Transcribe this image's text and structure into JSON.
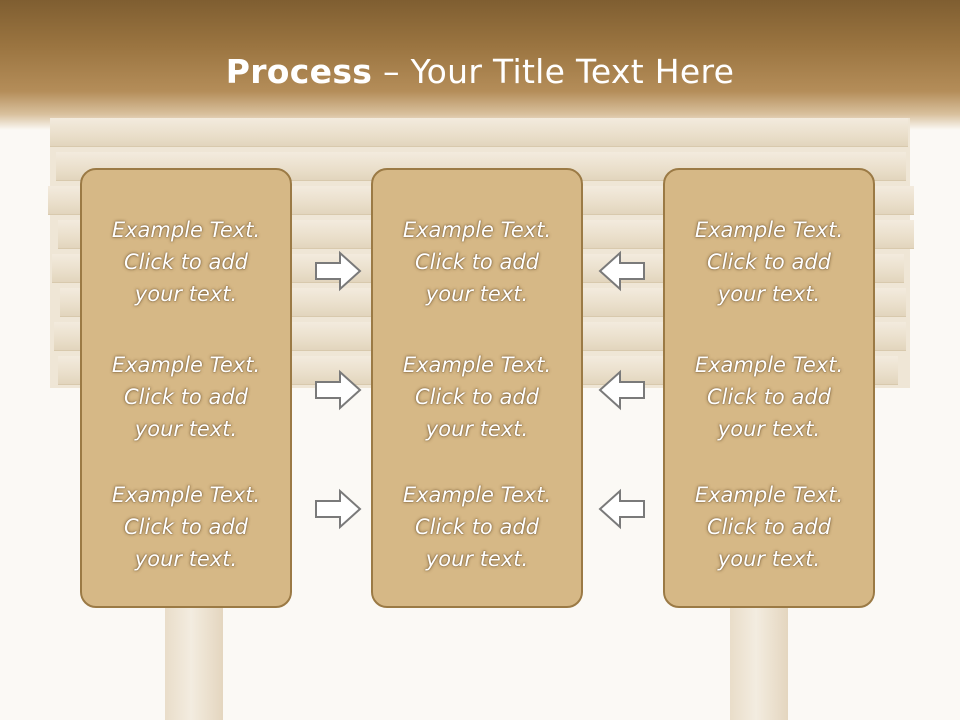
{
  "title": {
    "bold": "Process",
    "rest": " – Your Title Text Here"
  },
  "columns": [
    {
      "items": [
        {
          "line1": "Example Text.",
          "line2": "Click  to add",
          "line3": "your text."
        },
        {
          "line1": "Example Text.",
          "line2": "Click  to add",
          "line3": "your text."
        },
        {
          "line1": "Example Text.",
          "line2": "Click  to add",
          "line3": "your text."
        }
      ]
    },
    {
      "items": [
        {
          "line1": "Example Text.",
          "line2": "Click  to add",
          "line3": "your text."
        },
        {
          "line1": "Example Text.",
          "line2": "Click  to add",
          "line3": "your text."
        },
        {
          "line1": "Example Text.",
          "line2": "Click  to add",
          "line3": "your text."
        }
      ]
    },
    {
      "items": [
        {
          "line1": "Example Text.",
          "line2": "Click  to add",
          "line3": "your text."
        },
        {
          "line1": "Example Text.",
          "line2": "Click  to add",
          "line3": "your text."
        },
        {
          "line1": "Example Text.",
          "line2": "Click  to add",
          "line3": "your text."
        }
      ]
    }
  ],
  "arrows": {
    "left_group": "right-arrow-icon",
    "right_group": "left-arrow-icon"
  },
  "colors": {
    "header": "#8c6a38",
    "box_fill": "#d6b886",
    "box_border": "#9b7a45",
    "arrow_outline": "#7a7a7a"
  }
}
